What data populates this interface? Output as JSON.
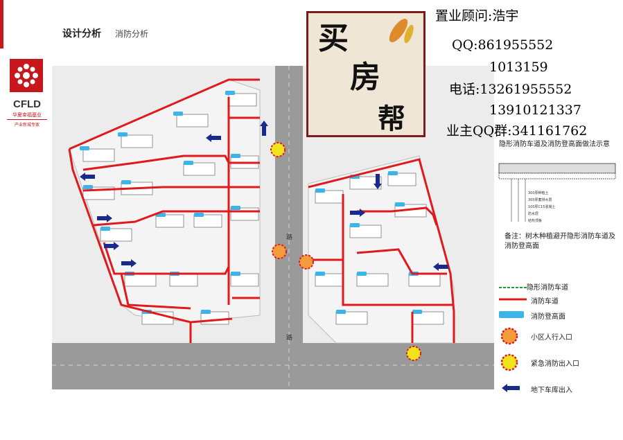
{
  "branding": {
    "company_abbr": "CFLD",
    "company_name": "华夏幸福基业",
    "slogan": "产业新城专家"
  },
  "header": {
    "title": "设计分析",
    "subtitle": "消防分析"
  },
  "stamp": {
    "chars": [
      "买",
      "房",
      "帮"
    ]
  },
  "contact": {
    "consultant": "置业顾问:浩宇",
    "qq_line": "QQ:861955552",
    "qq_line2": "1013159",
    "phone_line": "电话:13261955552",
    "phone_line2": "13910121337",
    "owner_group": "业主QQ群:341161762"
  },
  "plan": {
    "road_label": "路",
    "colors": {
      "fire_lane": "#e0191c",
      "hidden_lane": "#1f9a3a",
      "fire_ground": "#3cb4ea",
      "entrance": "#f29c3b",
      "emergency": "#f2e41c",
      "garage_arrow": "#1a2a8c",
      "road": "#8f8f8f",
      "ground": "#f0f0f0"
    }
  },
  "section": {
    "title": "隐形消防车道及消防登高面做法示意",
    "layers": [
      "300厚种植土",
      "300厚蓄排水层",
      "100厚C15混凝土",
      "防水层",
      "结构顶板"
    ],
    "note": "备注：树木种植避开隐形消防车道及消防登高面"
  },
  "legend": {
    "items": [
      {
        "label": "隐形消防车道",
        "kind": "hidden_lane"
      },
      {
        "label": "消防车道",
        "kind": "fire_lane"
      },
      {
        "label": "消防登高面",
        "kind": "fire_ground"
      },
      {
        "label": "小区人行入口",
        "kind": "entrance"
      },
      {
        "label": "紧急消防出入口",
        "kind": "emergency"
      },
      {
        "label": "地下车库出入",
        "kind": "garage_arrow"
      }
    ]
  }
}
